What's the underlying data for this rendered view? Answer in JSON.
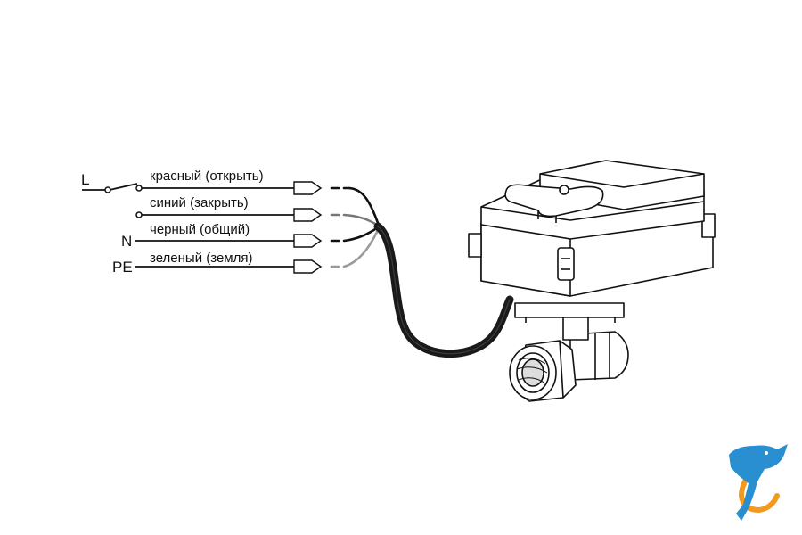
{
  "terminals": {
    "l": "L",
    "n": "N",
    "pe": "PE"
  },
  "wires": [
    {
      "label": "красный (открыть)",
      "color": "#111111"
    },
    {
      "label": "синий (закрыть)",
      "color": "#777777"
    },
    {
      "label": "черный (общий)",
      "color": "#111111"
    },
    {
      "label": "зеленый (земля)",
      "color": "#9a9a9a"
    }
  ],
  "colors": {
    "line": "#111111",
    "cable": "#1a1a1a",
    "logo_blue": "#2a8fd0",
    "logo_orange": "#f29a1f"
  },
  "icons": {
    "switch": "switch-contact-icon",
    "connector": "connector-arrow-icon",
    "valve": "motorized-ball-valve-icon",
    "logo": "dolphin-logo-icon"
  }
}
